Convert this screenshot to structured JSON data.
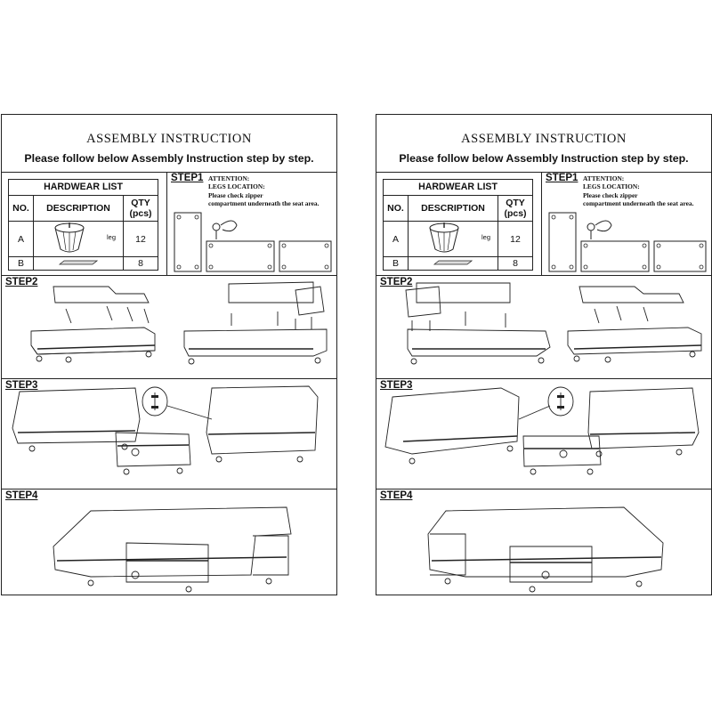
{
  "sheets": [
    {
      "title": "ASSEMBLY INSTRUCTION",
      "subtitle": "Please follow below Assembly Instruction step by step.",
      "hardware": {
        "title": "HARDWEAR LIST",
        "col_no": "NO.",
        "col_desc": "DESCRIPTION",
        "col_qty": "QTY (pcs)",
        "rows": [
          {
            "no": "A",
            "desc": "leg",
            "qty": "12"
          },
          {
            "no": "B",
            "desc": "",
            "qty": "8"
          }
        ]
      },
      "step1": {
        "label": "STEP1",
        "note1": "ATTENTION:",
        "note2": "LEGS LOCATION:",
        "note3": "Please check zipper",
        "note4": "compartment underneath the seat area."
      },
      "step2": "STEP2",
      "step3": "STEP3",
      "step4": "STEP4"
    },
    {
      "title": "ASSEMBLY INSTRUCTION",
      "subtitle": "Please follow below Assembly Instruction step by step.",
      "hardware": {
        "title": "HARDWEAR LIST",
        "col_no": "NO.",
        "col_desc": "DESCRIPTION",
        "col_qty": "QTY (pcs)",
        "rows": [
          {
            "no": "A",
            "desc": "leg",
            "qty": "12"
          },
          {
            "no": "B",
            "desc": "",
            "qty": "8"
          }
        ]
      },
      "step1": {
        "label": "STEP1",
        "note1": "ATTENTION:",
        "note2": "LEGS LOCATION:",
        "note3": "Please check zipper",
        "note4": "compartment underneath the seat area."
      },
      "step2": "STEP2",
      "step3": "STEP3",
      "step4": "STEP4"
    }
  ],
  "icons": [
    "leg-icon",
    "bracket-icon",
    "zipper-arrow-icon",
    "connector-bracket-icon"
  ]
}
